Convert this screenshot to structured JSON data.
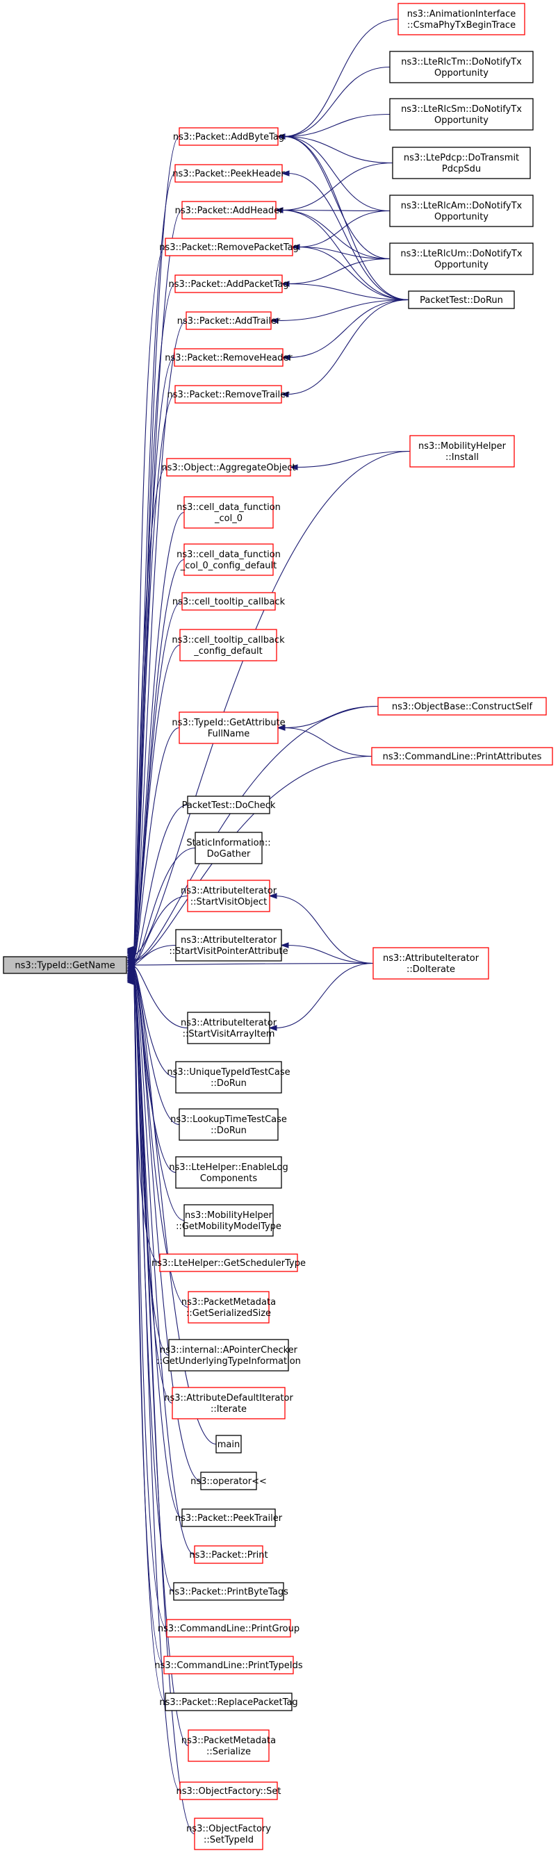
{
  "diagram": {
    "root": "ns3::TypeId::GetName",
    "nodes": [
      {
        "id": "root",
        "lines": [
          "ns3::TypeId::GetName"
        ],
        "style": "root"
      },
      {
        "id": "p_addbytetag",
        "lines": [
          "ns3::Packet::AddByteTag"
        ],
        "style": "red"
      },
      {
        "id": "p_peekheader",
        "lines": [
          "ns3::Packet::PeekHeader"
        ],
        "style": "red"
      },
      {
        "id": "p_addheader",
        "lines": [
          "ns3::Packet::AddHeader"
        ],
        "style": "red"
      },
      {
        "id": "p_removepackettag",
        "lines": [
          "ns3::Packet::RemovePacketTag"
        ],
        "style": "red"
      },
      {
        "id": "p_addpackettag",
        "lines": [
          "ns3::Packet::AddPacketTag"
        ],
        "style": "red"
      },
      {
        "id": "p_addtrailer",
        "lines": [
          "ns3::Packet::AddTrailer"
        ],
        "style": "red"
      },
      {
        "id": "p_removeheader",
        "lines": [
          "ns3::Packet::RemoveHeader"
        ],
        "style": "red"
      },
      {
        "id": "p_removetrailer",
        "lines": [
          "ns3::Packet::RemoveTrailer"
        ],
        "style": "red"
      },
      {
        "id": "o_aggregate",
        "lines": [
          "ns3::Object::AggregateObject"
        ],
        "style": "red"
      },
      {
        "id": "cell_col0",
        "lines": [
          "ns3::cell_data_function",
          "_col_0"
        ],
        "style": "red"
      },
      {
        "id": "cell_col0_cfg",
        "lines": [
          "ns3::cell_data_function",
          "_col_0_config_default"
        ],
        "style": "red"
      },
      {
        "id": "cell_tooltip",
        "lines": [
          "ns3::cell_tooltip_callback"
        ],
        "style": "red"
      },
      {
        "id": "cell_tooltip_cfg",
        "lines": [
          "ns3::cell_tooltip_callback",
          "_config_default"
        ],
        "style": "red"
      },
      {
        "id": "t_getattrfull",
        "lines": [
          "ns3::TypeId::GetAttribute",
          "FullName"
        ],
        "style": "red"
      },
      {
        "id": "pt_docheck",
        "lines": [
          "PacketTest::DoCheck"
        ],
        "style": "black"
      },
      {
        "id": "static_dogather",
        "lines": [
          "StaticInformation::",
          "DoGather"
        ],
        "style": "black"
      },
      {
        "id": "ai_startvisitobject",
        "lines": [
          "ns3::AttributeIterator",
          "::StartVisitObject"
        ],
        "style": "red"
      },
      {
        "id": "ai_startvisitpointer",
        "lines": [
          "ns3::AttributeIterator",
          "::StartVisitPointerAttribute"
        ],
        "style": "black"
      },
      {
        "id": "ai_startvisitarray",
        "lines": [
          "ns3::AttributeIterator",
          "::StartVisitArrayItem"
        ],
        "style": "black"
      },
      {
        "id": "unique_dorun",
        "lines": [
          "ns3::UniqueTypeIdTestCase",
          "::DoRun"
        ],
        "style": "black"
      },
      {
        "id": "lookup_dorun",
        "lines": [
          "ns3::LookupTimeTestCase",
          "::DoRun"
        ],
        "style": "black"
      },
      {
        "id": "lte_enablelog",
        "lines": [
          "ns3::LteHelper::EnableLog",
          "Components"
        ],
        "style": "black"
      },
      {
        "id": "mob_getmodeltype",
        "lines": [
          "ns3::MobilityHelper",
          "::GetMobilityModelType"
        ],
        "style": "black"
      },
      {
        "id": "lte_getsched",
        "lines": [
          "ns3::LteHelper::GetSchedulerType"
        ],
        "style": "red"
      },
      {
        "id": "pm_getsersize",
        "lines": [
          "ns3::PacketMetadata",
          "::GetSerializedSize"
        ],
        "style": "red"
      },
      {
        "id": "apointer",
        "lines": [
          "ns3::internal::APointerChecker",
          "::GetUnderlyingTypeInformation"
        ],
        "style": "black"
      },
      {
        "id": "adi_iterate",
        "lines": [
          "ns3::AttributeDefaultIterator",
          "::Iterate"
        ],
        "style": "red"
      },
      {
        "id": "main",
        "lines": [
          "main"
        ],
        "style": "black"
      },
      {
        "id": "op_shift",
        "lines": [
          "ns3::operator<<"
        ],
        "style": "black"
      },
      {
        "id": "p_peektrailer",
        "lines": [
          "ns3::Packet::PeekTrailer"
        ],
        "style": "black"
      },
      {
        "id": "p_print",
        "lines": [
          "ns3::Packet::Print"
        ],
        "style": "red"
      },
      {
        "id": "p_printbytetags",
        "lines": [
          "ns3::Packet::PrintByteTags"
        ],
        "style": "black"
      },
      {
        "id": "cl_printgroup",
        "lines": [
          "ns3::CommandLine::PrintGroup"
        ],
        "style": "red"
      },
      {
        "id": "cl_printtypeids",
        "lines": [
          "ns3::CommandLine::PrintTypeIds"
        ],
        "style": "red"
      },
      {
        "id": "p_replacepackettag",
        "lines": [
          "ns3::Packet::ReplacePacketTag"
        ],
        "style": "black"
      },
      {
        "id": "pm_serialize",
        "lines": [
          "ns3::PacketMetadata",
          "::Serialize"
        ],
        "style": "red"
      },
      {
        "id": "of_set",
        "lines": [
          "ns3::ObjectFactory::Set"
        ],
        "style": "red"
      },
      {
        "id": "of_settypeid",
        "lines": [
          "ns3::ObjectFactory",
          "::SetTypeId"
        ],
        "style": "red"
      },
      {
        "id": "anim_csma",
        "lines": [
          "ns3::AnimationInterface",
          "::CsmaPhyTxBeginTrace"
        ],
        "style": "red"
      },
      {
        "id": "rlctm",
        "lines": [
          "ns3::LteRlcTm::DoNotifyTx",
          "Opportunity"
        ],
        "style": "black"
      },
      {
        "id": "rlcsm",
        "lines": [
          "ns3::LteRlcSm::DoNotifyTx",
          "Opportunity"
        ],
        "style": "black"
      },
      {
        "id": "pdcp",
        "lines": [
          "ns3::LtePdcp::DoTransmit",
          "PdcpSdu"
        ],
        "style": "black"
      },
      {
        "id": "rlcam",
        "lines": [
          "ns3::LteRlcAm::DoNotifyTx",
          "Opportunity"
        ],
        "style": "black"
      },
      {
        "id": "rlcum",
        "lines": [
          "ns3::LteRlcUm::DoNotifyTx",
          "Opportunity"
        ],
        "style": "black"
      },
      {
        "id": "pt_dorun",
        "lines": [
          "PacketTest::DoRun"
        ],
        "style": "black"
      },
      {
        "id": "mob_install",
        "lines": [
          "ns3::MobilityHelper",
          "::Install"
        ],
        "style": "red"
      },
      {
        "id": "ob_constructself",
        "lines": [
          "ns3::ObjectBase::ConstructSelf"
        ],
        "style": "red"
      },
      {
        "id": "cl_printattrs",
        "lines": [
          "ns3::CommandLine::PrintAttributes"
        ],
        "style": "red"
      },
      {
        "id": "ai_doiterate",
        "lines": [
          "ns3::AttributeIterator",
          "::DoIterate"
        ],
        "style": "red"
      }
    ],
    "edges": [
      [
        "anim_csma",
        "p_addbytetag"
      ],
      [
        "rlctm",
        "p_addbytetag"
      ],
      [
        "rlcsm",
        "p_addbytetag"
      ],
      [
        "pdcp",
        "p_addbytetag"
      ],
      [
        "rlcam",
        "p_addbytetag"
      ],
      [
        "rlcum",
        "p_addbytetag"
      ],
      [
        "pt_dorun",
        "p_addbytetag"
      ],
      [
        "rlcam",
        "p_addheader"
      ],
      [
        "rlcum",
        "p_addheader"
      ],
      [
        "pdcp",
        "p_addheader"
      ],
      [
        "pt_dorun",
        "p_addheader"
      ],
      [
        "pt_dorun",
        "p_peekheader"
      ],
      [
        "rlcam",
        "p_removepackettag"
      ],
      [
        "rlcum",
        "p_removepackettag"
      ],
      [
        "pt_dorun",
        "p_removepackettag"
      ],
      [
        "rlcum",
        "p_addpackettag"
      ],
      [
        "pt_dorun",
        "p_addpackettag"
      ],
      [
        "pt_dorun",
        "p_addtrailer"
      ],
      [
        "pt_dorun",
        "p_removeheader"
      ],
      [
        "pt_dorun",
        "p_removetrailer"
      ],
      [
        "mob_install",
        "o_aggregate"
      ],
      [
        "ob_constructself",
        "t_getattrfull"
      ],
      [
        "cl_printattrs",
        "t_getattrfull"
      ],
      [
        "ai_doiterate",
        "ai_startvisitobject"
      ],
      [
        "ai_doiterate",
        "ai_startvisitpointer"
      ],
      [
        "ai_doiterate",
        "ai_startvisitarray"
      ],
      [
        "p_addbytetag",
        "root"
      ],
      [
        "p_peekheader",
        "root"
      ],
      [
        "p_addheader",
        "root"
      ],
      [
        "p_removepackettag",
        "root"
      ],
      [
        "p_addpackettag",
        "root"
      ],
      [
        "p_addtrailer",
        "root"
      ],
      [
        "p_removeheader",
        "root"
      ],
      [
        "p_removetrailer",
        "root"
      ],
      [
        "o_aggregate",
        "root"
      ],
      [
        "cell_col0",
        "root"
      ],
      [
        "cell_col0_cfg",
        "root"
      ],
      [
        "cell_tooltip",
        "root"
      ],
      [
        "cell_tooltip_cfg",
        "root"
      ],
      [
        "t_getattrfull",
        "root"
      ],
      [
        "pt_docheck",
        "root"
      ],
      [
        "static_dogather",
        "root"
      ],
      [
        "ai_startvisitobject",
        "root"
      ],
      [
        "ai_startvisitpointer",
        "root"
      ],
      [
        "ai_startvisitarray",
        "root"
      ],
      [
        "unique_dorun",
        "root"
      ],
      [
        "lookup_dorun",
        "root"
      ],
      [
        "lte_enablelog",
        "root"
      ],
      [
        "mob_getmodeltype",
        "root"
      ],
      [
        "lte_getsched",
        "root"
      ],
      [
        "pm_getsersize",
        "root"
      ],
      [
        "apointer",
        "root"
      ],
      [
        "adi_iterate",
        "root"
      ],
      [
        "main",
        "root"
      ],
      [
        "op_shift",
        "root"
      ],
      [
        "p_peektrailer",
        "root"
      ],
      [
        "p_print",
        "root"
      ],
      [
        "p_printbytetags",
        "root"
      ],
      [
        "cl_printgroup",
        "root"
      ],
      [
        "cl_printtypeids",
        "root"
      ],
      [
        "p_replacepackettag",
        "root"
      ],
      [
        "pm_serialize",
        "root"
      ],
      [
        "of_set",
        "root"
      ],
      [
        "of_settypeid",
        "root"
      ],
      [
        "mob_install",
        "root"
      ],
      [
        "ob_constructself",
        "root"
      ],
      [
        "cl_printattrs",
        "root"
      ],
      [
        "ai_doiterate",
        "root"
      ]
    ]
  },
  "colors": {
    "edge": "#191970",
    "root_fill": "#bfbfbf",
    "root_border": "#000000",
    "red_border": "#ff0000",
    "black_border": "#000000",
    "node_fill": "#ffffff"
  }
}
